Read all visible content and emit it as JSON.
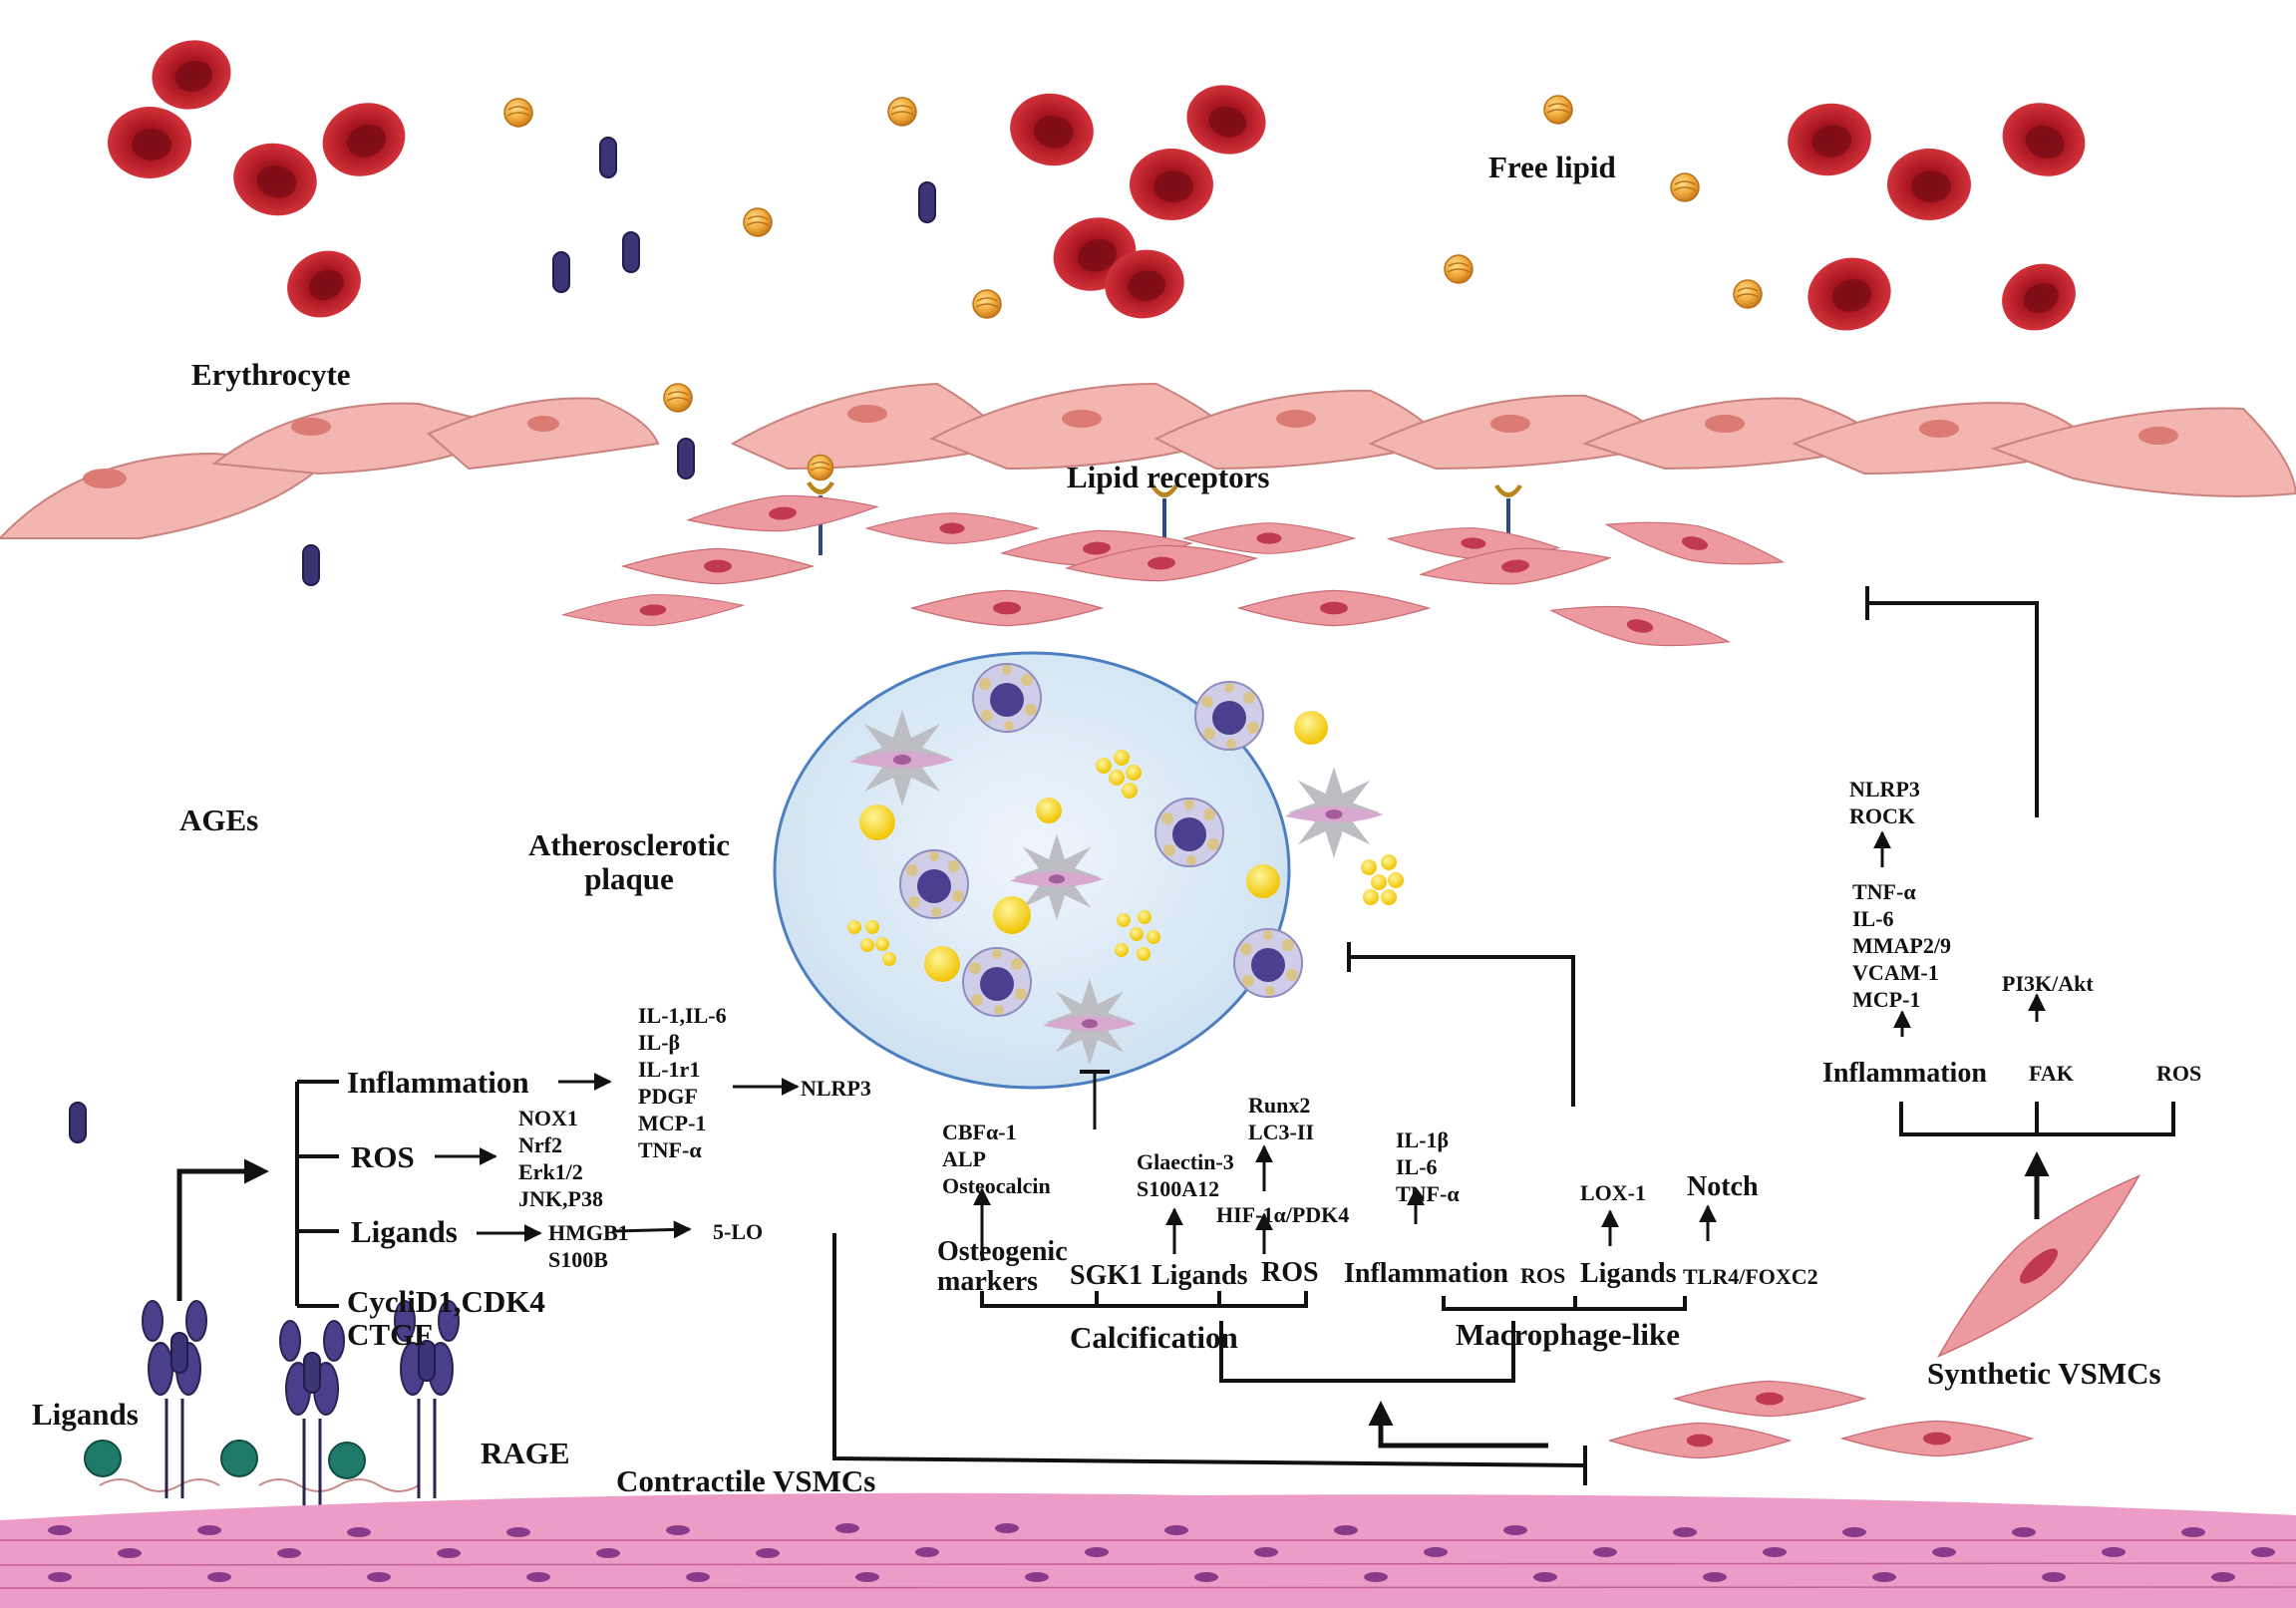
{
  "labels": {
    "erythrocyte": "Erythrocyte",
    "free_lipid": "Free lipid",
    "lipid_receptors": "Lipid receptors",
    "ages": "AGEs",
    "atherosclerotic_plaque": [
      "Atherosclerotic",
      "plaque"
    ],
    "ligands": "Ligands",
    "rage": "RAGE",
    "contractile_vsmcs": "Contractile VSMCs",
    "synthetic_vsmcs": "Synthetic VSMCs"
  },
  "rage_pathways": {
    "inflammation": "Inflammation",
    "inflammation_mediators": [
      "IL-1,IL-6",
      "IL-β",
      "IL-1r1",
      "PDGF",
      "MCP-1",
      "TNF-α"
    ],
    "nlrp3": "NLRP3",
    "ros": "ROS",
    "ros_mediators": [
      "NOX1",
      "Nrf2",
      "Erk1/2",
      "JNK,P38"
    ],
    "ligands": "Ligands",
    "ligand_mediators": [
      "HMGB1",
      "S100B"
    ],
    "five_lo": "5-LO",
    "cell_cycle": [
      "CycliD1,CDK4",
      "CTGF"
    ]
  },
  "calcification": {
    "title": "Calcification",
    "osteogenic_markers": [
      "Osteogenic",
      "markers"
    ],
    "osteogenic_targets": [
      "CBFα-1",
      "ALP",
      "Osteocalcin"
    ],
    "sgk1": "SGK1",
    "ligands": "Ligands",
    "ligand_targets": [
      "Glaectin-3",
      "S100A12"
    ],
    "ros": "ROS",
    "hif": "HIF-1α/PDK4",
    "hif_targets": [
      "Runx2",
      "LC3-II"
    ]
  },
  "macrophage_like": {
    "title": "Macrophage-like",
    "inflammation": "Inflammation",
    "inflammation_targets": [
      "IL-1β",
      "IL-6",
      "TNF-α"
    ],
    "ros": "ROS",
    "ligands": "Ligands",
    "lox": "LOX-1",
    "tlr": "TLR4/FOXC2",
    "notch": "Notch"
  },
  "synthetic": {
    "nlrp3_rock": [
      "NLRP3",
      "ROCK"
    ],
    "inflammation_targets": [
      "TNF-α",
      "IL-6",
      "MMAP2/9",
      "VCAM-1",
      "MCP-1"
    ],
    "pi3k": "PI3K/Akt",
    "inflammation": "Inflammation",
    "fak": "FAK",
    "ros": "ROS"
  },
  "colors": {
    "erythrocyte": "#c0232f",
    "lipid": "#e8a23a",
    "ages": "#3b3475",
    "endothelium": "#f2b5b0",
    "vsmc": "#ec9aa0",
    "contractile_layer": "#ec9cc6",
    "plaque": "#dceaf5",
    "plaque_border": "#4c7ec0",
    "rage_green": "#1f7a6a"
  }
}
